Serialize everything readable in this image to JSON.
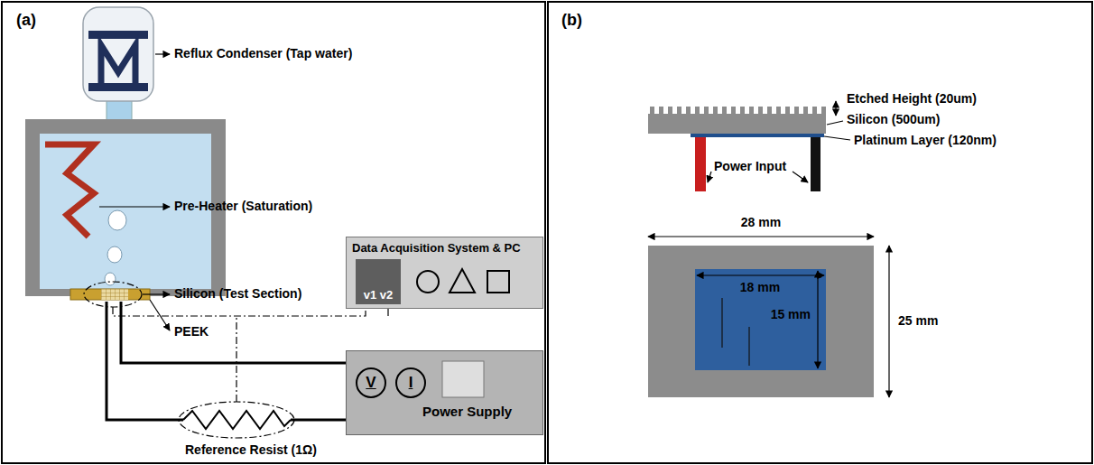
{
  "diagram": {
    "nodes": [
      {
        "text": [
          "Data Acquisition System & PC"
        ]
      },
      {
        "text": [
          "v1 v2"
        ],
        "in": 0
      },
      {
        "text": [
          "Power Supply"
        ]
      },
      {
        "text": [
          "V"
        ],
        "in": 2
      },
      {
        "text": [
          "I"
        ],
        "in": 2
      }
    ],
    "labels": [
      "(a)",
      "Reflux Condenser (Tap water)",
      "Pre-Heater (Saturation)",
      "Silicon (Test Section)",
      "PEEK",
      "Reference Resist (1Ω)",
      "(b)",
      "Etched Height (20um)",
      "Silicon (500um)",
      "Platinum Layer (120nm)",
      "Power Input",
      "28 mm",
      "18 mm",
      "15 mm",
      "25 mm"
    ]
  }
}
